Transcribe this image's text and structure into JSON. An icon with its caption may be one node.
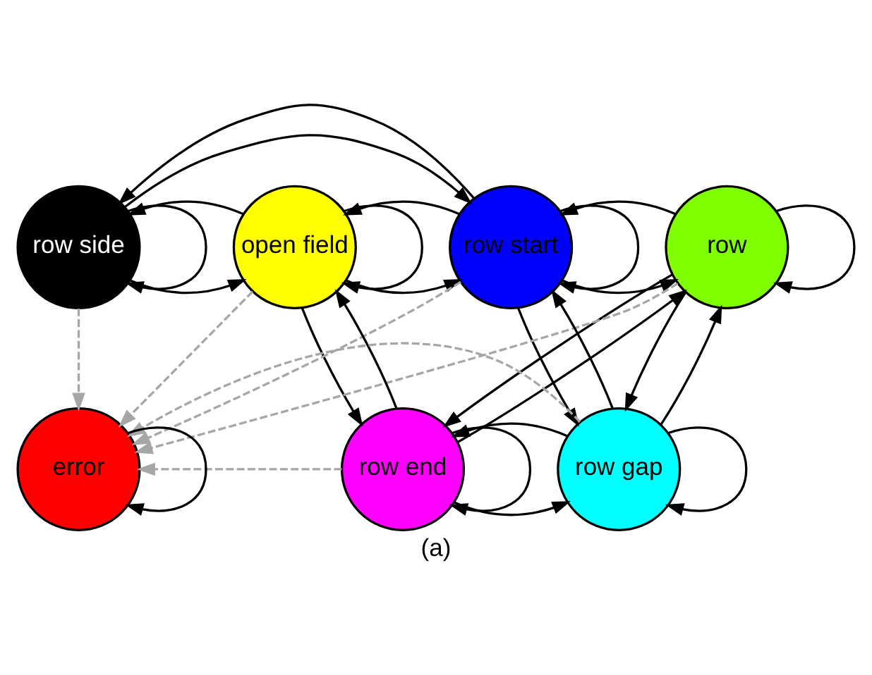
{
  "diagram": {
    "caption": "(a)",
    "nodes": [
      {
        "text": [
          "row side"
        ]
      },
      {
        "text": [
          "open field"
        ]
      },
      {
        "text": [
          "row start"
        ]
      },
      {
        "text": [
          "row"
        ]
      },
      {
        "text": [
          "row end"
        ]
      },
      {
        "text": [
          "row gap"
        ]
      },
      {
        "text": [
          "error"
        ]
      }
    ],
    "edges": [
      {
        "from": 0,
        "to": 0,
        "arrow": "to"
      },
      {
        "from": 1,
        "to": 1,
        "arrow": "to"
      },
      {
        "from": 2,
        "to": 2,
        "arrow": "to"
      },
      {
        "from": 3,
        "to": 3,
        "arrow": "to"
      },
      {
        "from": 4,
        "to": 4,
        "arrow": "to"
      },
      {
        "from": 5,
        "to": 5,
        "arrow": "to"
      },
      {
        "from": 6,
        "to": 6,
        "arrow": "to"
      },
      {
        "from": 0,
        "to": 1,
        "arrow": "to"
      },
      {
        "from": 1,
        "to": 0,
        "arrow": "to"
      },
      {
        "from": 0,
        "to": 2,
        "arrow": "to"
      },
      {
        "from": 2,
        "to": 0,
        "arrow": "to"
      },
      {
        "from": 1,
        "to": 2,
        "arrow": "to"
      },
      {
        "from": 2,
        "to": 1,
        "arrow": "to"
      },
      {
        "from": 2,
        "to": 3,
        "arrow": "to"
      },
      {
        "from": 3,
        "to": 2,
        "arrow": "to"
      },
      {
        "from": 1,
        "to": 4,
        "arrow": "to"
      },
      {
        "from": 4,
        "to": 1,
        "arrow": "to"
      },
      {
        "from": 2,
        "to": 5,
        "arrow": "to"
      },
      {
        "from": 5,
        "to": 2,
        "arrow": "to"
      },
      {
        "from": 3,
        "to": 4,
        "arrow": "to"
      },
      {
        "from": 4,
        "to": 3,
        "arrow": "to"
      },
      {
        "from": 3,
        "to": 5,
        "arrow": "to"
      },
      {
        "from": 5,
        "to": 3,
        "arrow": "to"
      },
      {
        "from": 4,
        "to": 5,
        "arrow": "to"
      },
      {
        "from": 5,
        "to": 4,
        "arrow": "to"
      },
      {
        "from": 0,
        "to": 6,
        "arrow": "to",
        "style": "dashed",
        "color": "#a6a6a6"
      },
      {
        "from": 1,
        "to": 6,
        "arrow": "to",
        "style": "dashed",
        "color": "#a6a6a6"
      },
      {
        "from": 2,
        "to": 6,
        "arrow": "to",
        "style": "dashed",
        "color": "#a6a6a6"
      },
      {
        "from": 3,
        "to": 6,
        "arrow": "to",
        "style": "dashed",
        "color": "#a6a6a6"
      },
      {
        "from": 4,
        "to": 6,
        "arrow": "to",
        "style": "dashed",
        "color": "#a6a6a6"
      },
      {
        "from": 5,
        "to": 6,
        "arrow": "to",
        "style": "dashed",
        "color": "#a6a6a6"
      }
    ]
  }
}
